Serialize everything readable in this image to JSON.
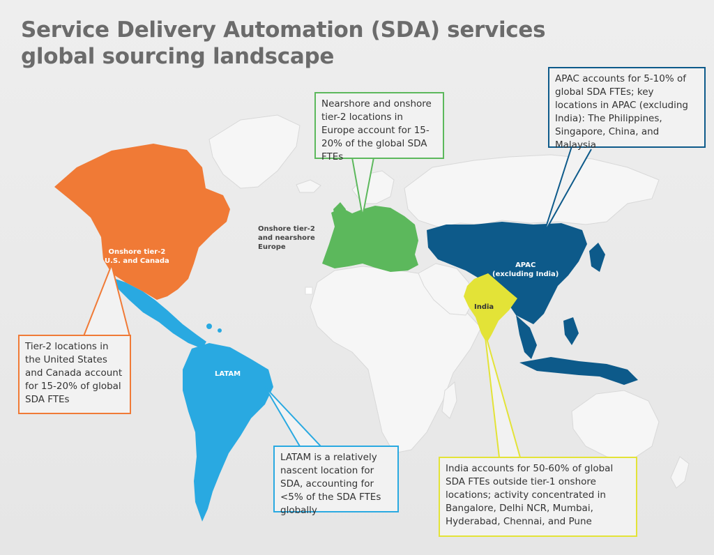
{
  "title": {
    "line1": "Service Delivery Automation (SDA) services",
    "line2": "global sourcing landscape"
  },
  "colors": {
    "na": "#f07a36",
    "latam": "#29a9e1",
    "europe": "#5cb85c",
    "apac": "#0d5a8a",
    "india": "#e3e337",
    "land": "#f6f6f6",
    "border_line": "#cccccc"
  },
  "regions": {
    "na": {
      "line1": "Onshore tier-2",
      "line2": "U.S. and Canada"
    },
    "europe": {
      "line1": "Onshore tier-2",
      "line2": "and nearshore",
      "line3": "Europe"
    },
    "latam": {
      "label": "LATAM"
    },
    "apac": {
      "line1": "APAC",
      "line2": "(excluding India)"
    },
    "india": {
      "label": "India"
    }
  },
  "callouts": {
    "europe": "Nearshore and onshore tier-2 locations in Europe account for 15-20% of the global SDA FTEs",
    "apac": "APAC accounts for 5-10% of global SDA FTEs; key locations in APAC (excluding India): The Philippines, Singapore, China, and Malaysia",
    "na": "Tier-2 locations in the United States and Canada account for 15-20% of global SDA FTEs",
    "latam": "LATAM is a relatively nascent location for SDA, accounting for <5% of the SDA FTEs globally",
    "india": "India accounts for 50-60% of global SDA FTEs outside tier-1 onshore locations; activity concentrated in Bangalore, Delhi NCR, Mumbai, Hyderabad, Chennai, and Pune"
  }
}
